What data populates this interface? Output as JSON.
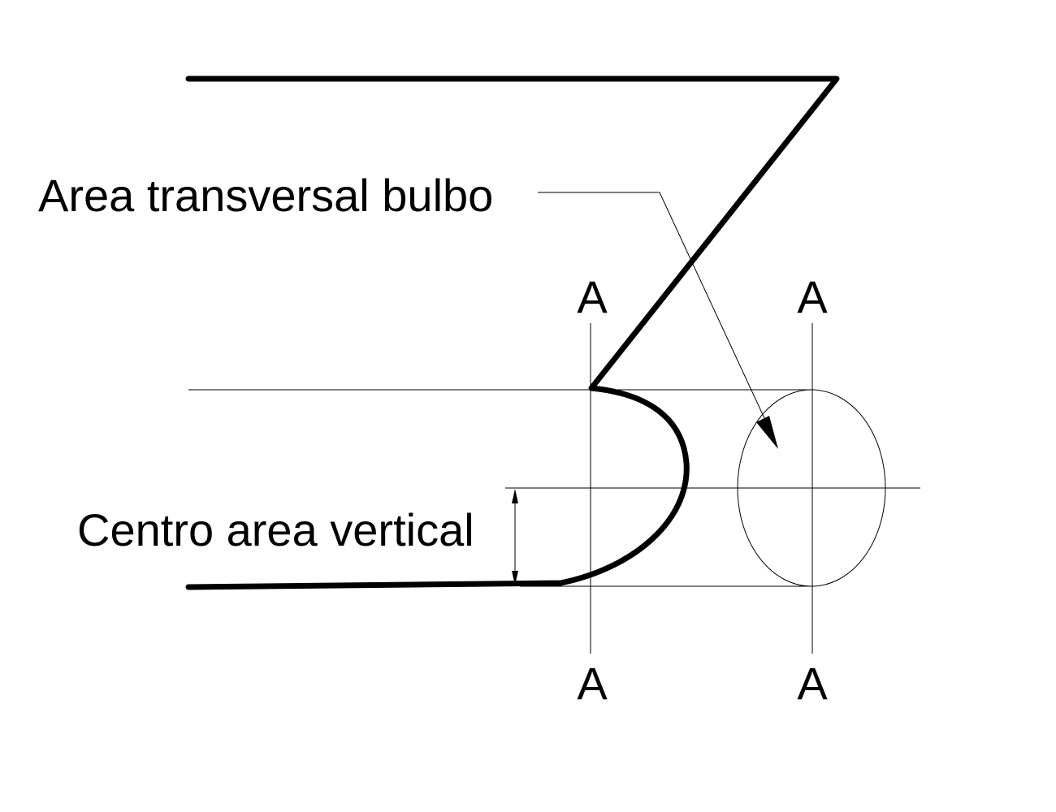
{
  "labels": {
    "area_transversal": "Area transversal bulbo",
    "centro_area": "Centro area vertical"
  },
  "section_marks": {
    "left_top": "A",
    "right_top": "A",
    "left_bottom": "A",
    "right_bottom": "A"
  },
  "colors": {
    "line": "#000000",
    "background": "#ffffff"
  }
}
